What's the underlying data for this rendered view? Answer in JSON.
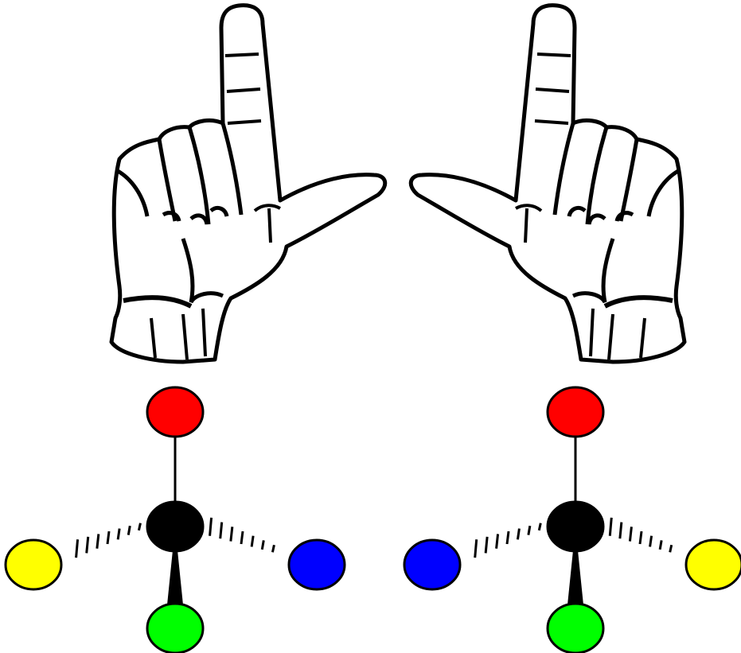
{
  "hands": [
    {
      "side": "left",
      "icon": "left-hand-l-gesture-icon"
    },
    {
      "side": "right",
      "icon": "right-hand-l-gesture-icon"
    }
  ],
  "molecules": [
    {
      "name": "left-enantiomer",
      "center": "black",
      "top": "red",
      "bottom": "green",
      "left": "yellow",
      "right": "blue"
    },
    {
      "name": "right-enantiomer",
      "center": "black",
      "top": "red",
      "bottom": "green",
      "left": "blue",
      "right": "yellow"
    }
  ],
  "colors": {
    "red": "#ff0000",
    "green": "#00ff00",
    "blue": "#0000ff",
    "yellow": "#ffff00",
    "black": "#000000",
    "outline": "#000000",
    "background": "#ffffff"
  }
}
